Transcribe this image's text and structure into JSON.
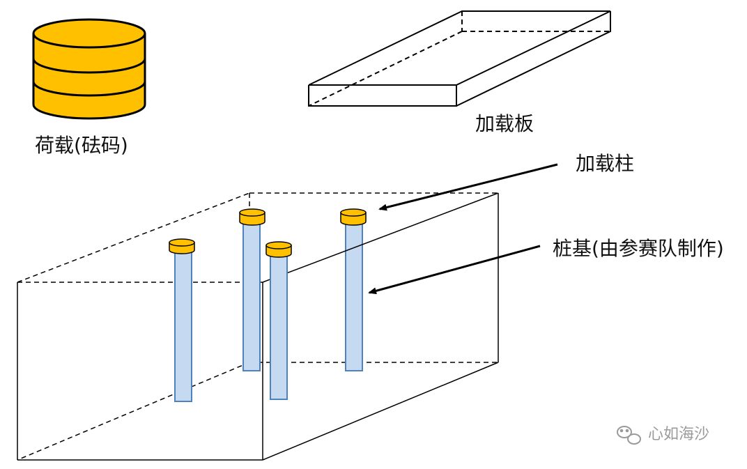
{
  "labels": {
    "weight": "荷载(砝码)",
    "loading_plate": "加载板",
    "loading_column": "加载柱",
    "pile_foundation": "桩基(由参赛队制作)"
  },
  "watermark": {
    "text": "心如海沙",
    "icon": "wechat-icon"
  },
  "colors": {
    "weight_fill": "#FFC000",
    "weight_stroke": "#000000",
    "cap_fill": "#FFC000",
    "cap_stroke": "#000000",
    "pile_fill": "#C5D9F1",
    "pile_stroke": "#4F81BD",
    "line": "#000000",
    "watermark": "#9a9a9a"
  }
}
